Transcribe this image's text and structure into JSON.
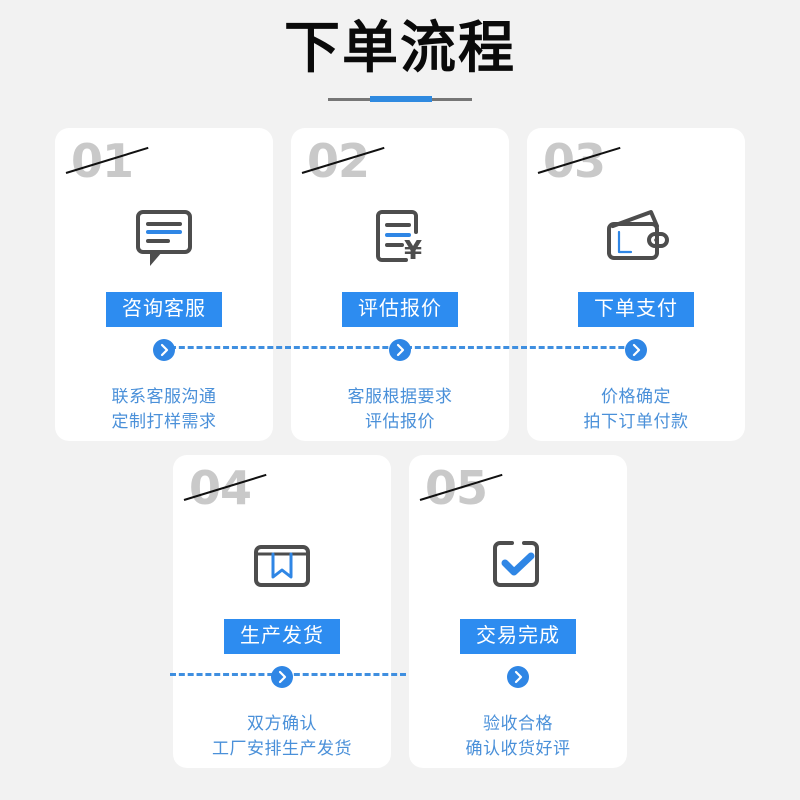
{
  "header": {
    "title": "下单流程",
    "divider_gray": "#767676",
    "divider_blue": "#2f8ae0"
  },
  "theme": {
    "page_bg": "#f2f2f2",
    "card_bg": "#ffffff",
    "accent_blue": "#2d8cf0",
    "arrow_blue": "#2f86e5",
    "desc_blue": "#4a90d9",
    "number_gray": "#c9c9c9",
    "icon_gray": "#4d4d4d"
  },
  "steps": [
    {
      "number": "01",
      "icon": "chat-bubble-icon",
      "button_label": "咨询客服",
      "desc_lines": [
        "联系客服沟通",
        "定制打样需求"
      ]
    },
    {
      "number": "02",
      "icon": "invoice-yuan-icon",
      "button_label": "评估报价",
      "desc_lines": [
        "客服根据要求",
        "评估报价"
      ]
    },
    {
      "number": "03",
      "icon": "wallet-icon",
      "button_label": "下单支付",
      "desc_lines": [
        "价格确定",
        "拍下订单付款"
      ]
    },
    {
      "number": "04",
      "icon": "package-box-icon",
      "button_label": "生产发货",
      "desc_lines": [
        "双方确认",
        "工厂安排生产发货"
      ]
    },
    {
      "number": "05",
      "icon": "check-complete-icon",
      "button_label": "交易完成",
      "desc_lines": [
        "验收合格",
        "确认收货好评"
      ]
    }
  ]
}
